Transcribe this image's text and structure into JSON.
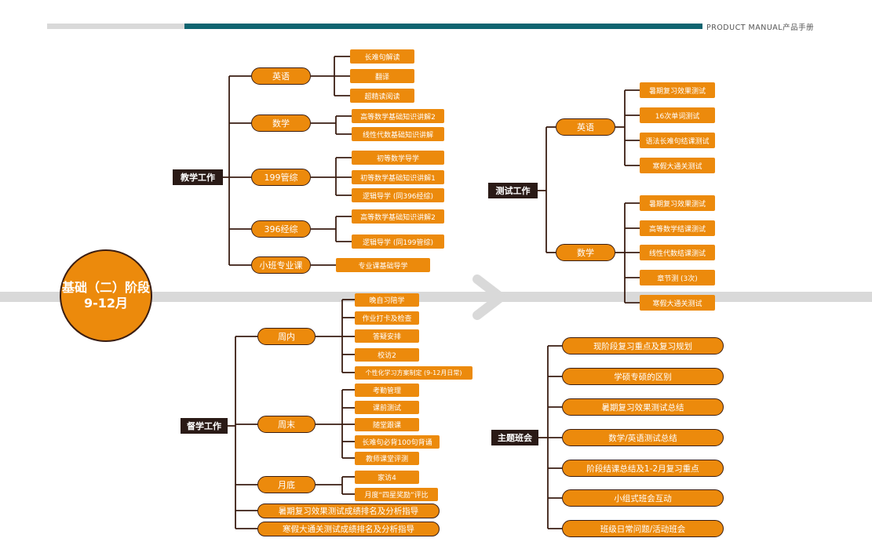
{
  "header": {
    "label": "PRODUCT MANUAL产品手册"
  },
  "colors": {
    "orange": "#ec8a0c",
    "dark": "#2a1a16",
    "teal": "#0f6470",
    "band": "#d9d9d9"
  },
  "stage": {
    "line1": "基础（二）阶段",
    "line2": "9-12月"
  },
  "teaching": {
    "title": "教学工作",
    "english": {
      "label": "英语",
      "items": [
        "长难句解读",
        "翻译",
        "超精读阅读"
      ]
    },
    "math": {
      "label": "数学",
      "items": [
        "高等数学基础知识讲解2",
        "线性代数基础知识讲解"
      ]
    },
    "c199": {
      "label": "199管综",
      "items": [
        "初等数学导学",
        "初等数学基础知识讲解1",
        "逻辑导学 (同396经综)"
      ]
    },
    "c396": {
      "label": "396经综",
      "items": [
        "高等数学基础知识讲解2",
        "逻辑导学 (同199管综)"
      ]
    },
    "small": {
      "label": "小班专业课",
      "items": [
        "专业课基础导学"
      ]
    }
  },
  "testing": {
    "title": "测试工作",
    "english": {
      "label": "英语",
      "items": [
        "暑期复习效果测试",
        "16次单词测试",
        "语法长难句结课测试",
        "寒假大通关测试"
      ]
    },
    "math": {
      "label": "数学",
      "items": [
        "暑期复习效果测试",
        "高等数学结课测试",
        "线性代数结课测试",
        "章节测 (3次)",
        "寒假大通关测试"
      ]
    }
  },
  "supervision": {
    "title": "督学工作",
    "weekday": {
      "label": "周内",
      "items": [
        "晚自习陪学",
        "作业打卡及检查",
        "答疑安排",
        "校访2",
        "个性化学习方案制定 (9-12月日常)"
      ]
    },
    "weekend": {
      "label": "周末",
      "items": [
        "考勤管理",
        "课前测试",
        "随堂跟课",
        "长难句必背100句背诵",
        "教师课堂评测"
      ]
    },
    "monthend": {
      "label": "月底",
      "items": [
        "家访4",
        "月度“四星奖励”评比"
      ]
    },
    "summary1": "暑期复习效果测试成绩排名及分析指导",
    "summary2": "寒假大通关测试成绩排名及分析指导"
  },
  "meeting": {
    "title": "主题班会",
    "items": [
      "现阶段复习重点及复习规划",
      "学硕专硕的区别",
      "暑期复习效果测试总结",
      "数学/英语测试总结",
      "阶段结课总结及1-2月复习重点",
      "小组式班会互动",
      "班级日常问题/活动班会"
    ]
  }
}
